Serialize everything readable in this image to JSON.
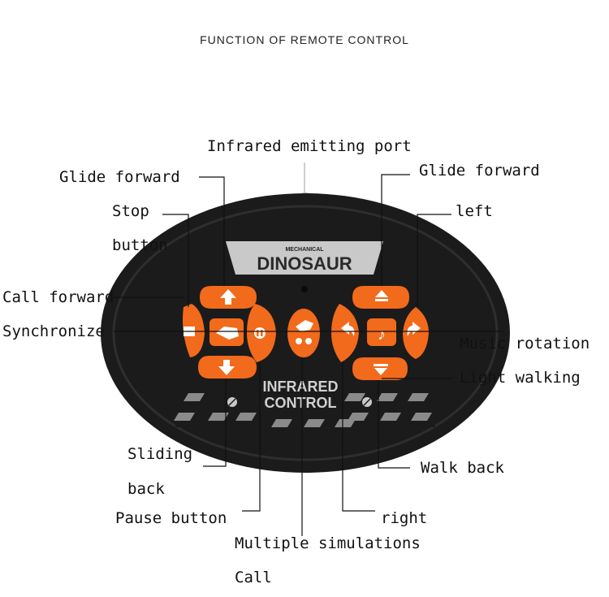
{
  "page_title": "FUNCTION OF REMOTE CONTROL",
  "remote": {
    "brand_top": "MECHANICAL",
    "brand_main": "DINOSAUR",
    "bottom_line1": "INFRARED",
    "bottom_line2": "CONTROL",
    "colors": {
      "body": "#1b1b1b",
      "button": "#f26a1b",
      "plate": "#c9c9c9"
    }
  },
  "labels": {
    "infrared_port": "Infrared emitting port",
    "glide_forward_left": "Glide forward",
    "glide_forward_right": "Glide forward",
    "stop_line1": "Stop",
    "stop_line2": "button",
    "left": "left",
    "call_forward": "Call forward",
    "synchronize": "Synchronize",
    "music_rotation": "Music rotation",
    "light_walking": "Light walking",
    "sliding_line1": "Sliding",
    "sliding_line2": "back",
    "walk_back": "Walk back",
    "pause_button": "Pause button",
    "right": "right",
    "multiple_line1": "Multiple simulations",
    "multiple_line2": "Call"
  }
}
